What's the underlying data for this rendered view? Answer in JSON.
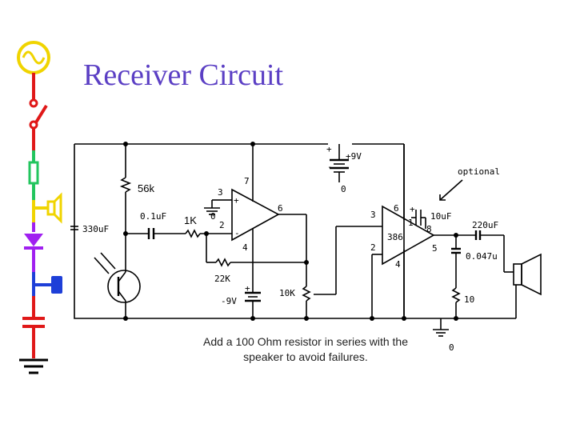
{
  "title": "Receiver Circuit",
  "note": "Add a 100 Ohm resistor in series with the speaker to avoid failures.",
  "labels": {
    "supply_pos": "+9V",
    "supply_neg": "-9V",
    "r_56k": "56k",
    "c_330": "330uF",
    "c_01": "0.1uF",
    "r_1k": "1K",
    "r_22k": "22K",
    "pot_10k": "10K",
    "amp_386": "386",
    "c_10": "10uF",
    "c_220": "220uF",
    "c_0047": "0.047u",
    "r_10": "10",
    "optional": "optional",
    "plus": "+",
    "minus": "-",
    "pin_7": "7",
    "pin_3a": "3",
    "pin_2a": "2",
    "pin_6a": "6",
    "pin_4a": "4",
    "pin_3b": "3",
    "pin_6b": "6",
    "pin_2b": "2",
    "pin_4b": "4",
    "pin_1": "1",
    "pin_8": "8",
    "pin_5": "5",
    "node_0a": "0",
    "node_0b": "0",
    "node_0c": "0"
  }
}
